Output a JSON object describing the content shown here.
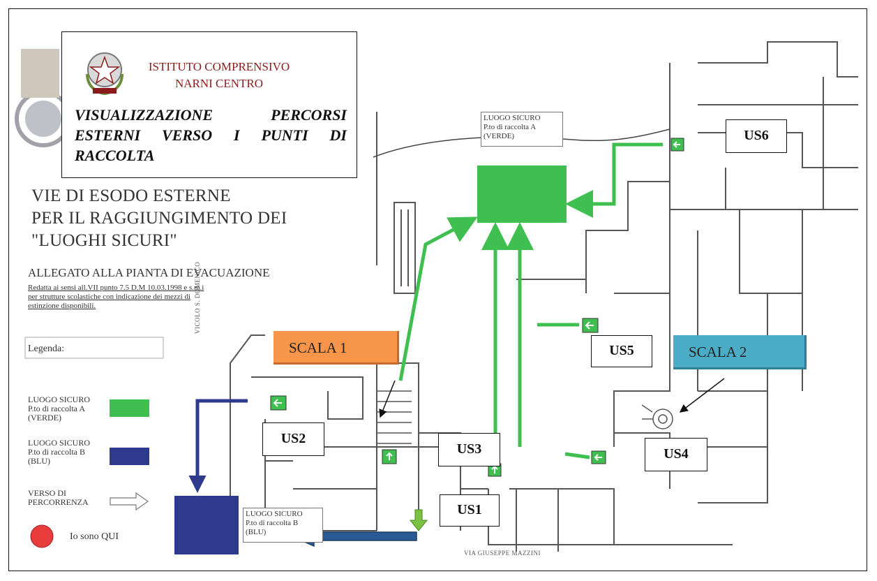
{
  "header": {
    "institute": "ISTITUTO COMPRENSIVO NARNI CENTRO",
    "institute_line1": "ISTITUTO COMPRENSIVO",
    "institute_line2": "NARNI CENTRO",
    "subtitle": "VISUALIZZAZIONE PERCORSI ESTERNI VERSO I PUNTI DI RACCOLTA"
  },
  "plan": {
    "title_line1": "VIE DI ESODO ESTERNE",
    "title_line2": "PER IL RAGGIUNGIMENTO DEI",
    "title_line3": "\"LUOGHI SICURI\"",
    "attachment": "ALLEGATO ALLA PIANTA DI EVACUAZIONE",
    "note_line1": "Redatta ai sensi all.VII punto 7.5 D.M 10.03.1998 e s.m.i",
    "note_line2": "per strutture scolastiche con indicazione dei mezzi di",
    "note_line3": "estinzione disponibili."
  },
  "legend": {
    "title": "Legenda:",
    "green": {
      "line1": "LUOGO SICURO",
      "line2": "P.to di raccolta A",
      "line3": "(VERDE)",
      "color": "#3fbf4f"
    },
    "blue": {
      "line1": "LUOGO SICURO",
      "line2": "P.to di raccolta B",
      "line3": "(BLU)",
      "color": "#2e3a8c"
    },
    "direction": {
      "line1": "VERSO DI",
      "line2": "PERCORRENZA"
    },
    "you_are_here": {
      "label": "Io sono QUI",
      "color": "#e83b3b"
    }
  },
  "map": {
    "street_vertical": "VICOLO S. DOMENICO",
    "street_bottom": "VIA GIUSEPPE MAZZINI",
    "luogo_a": {
      "line1": "LUOGO SICURO",
      "line2": "P.to di raccolta A",
      "line3": "(VERDE)"
    },
    "luogo_b": {
      "line1": "LUOGO SICURO",
      "line2": "P.to di raccolta B",
      "line3": "(BLU)"
    },
    "exits": [
      "US1",
      "US2",
      "US3",
      "US4",
      "US5",
      "US6"
    ],
    "scala1": {
      "label": "SCALA 1",
      "color": "#f7954a"
    },
    "scala2": {
      "label": "SCALA 2",
      "color": "#4bacc6"
    },
    "green_route_color": "#3fbf4f",
    "blue_route_color": "#2e3a8c",
    "wall_color": "#555555"
  }
}
